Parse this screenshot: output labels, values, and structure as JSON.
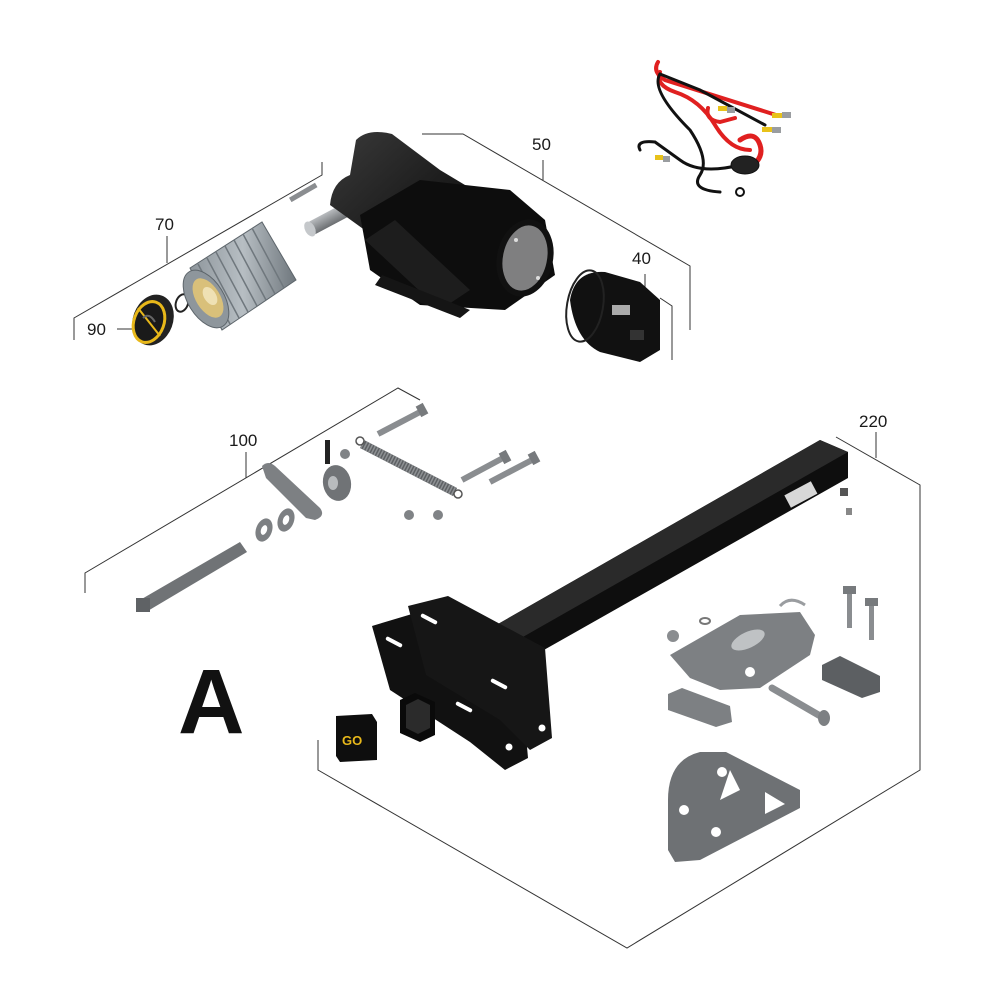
{
  "diagram": {
    "type": "exploded-parts-diagram",
    "section_label": "A",
    "callouts": [
      {
        "id": "40",
        "label": "40",
        "part": "motor end cap / brake cover"
      },
      {
        "id": "50",
        "label": "50",
        "part": "gear motor"
      },
      {
        "id": "70",
        "label": "70",
        "part": "splined drum with shaft key"
      },
      {
        "id": "90",
        "label": "90",
        "part": "end cap with retaining ring"
      },
      {
        "id": "100",
        "label": "100",
        "part": "linkage kit (shaft, washers, lever, cam, spring, bolts, nuts)"
      },
      {
        "id": "220",
        "label": "220",
        "part": "receiver arm assembly with brackets"
      }
    ],
    "unlabeled_parts": [
      {
        "name": "wiring-harness",
        "colors": [
          "#e02020",
          "#111111",
          "#f2d21b"
        ]
      },
      {
        "name": "go-logo-badge",
        "text": "GO"
      }
    ],
    "colors": {
      "line": "#333333",
      "part_black": "#111111",
      "part_gray": "#7d7f82",
      "part_light": "#a9acaf",
      "accent_yellow": "#e8b81a",
      "wire_red": "#e02020"
    }
  }
}
